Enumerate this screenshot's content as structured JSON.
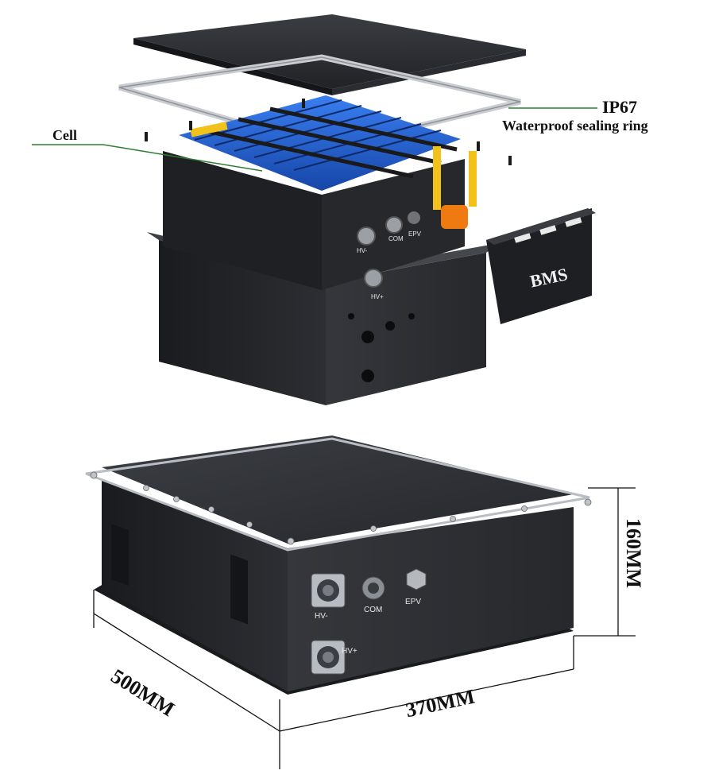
{
  "callouts": {
    "ip_rating": "IP67",
    "sealing_ring": "Waterproof sealing ring",
    "cell": "Cell",
    "bms": "BMS"
  },
  "ports": {
    "hv_minus": "HV-",
    "hv_plus": "HV+",
    "com": "COM",
    "epv": "EPV"
  },
  "dimensions": {
    "length": "500MM",
    "width": "370MM",
    "height": "160MM"
  },
  "colors": {
    "case": "#2b2d31",
    "case_dark": "#1c1d20",
    "cell_blue": "#1e5fd6",
    "accent_yellow": "#f2c21b",
    "accent_orange": "#f07a12",
    "leader_green": "#2e7d32"
  }
}
